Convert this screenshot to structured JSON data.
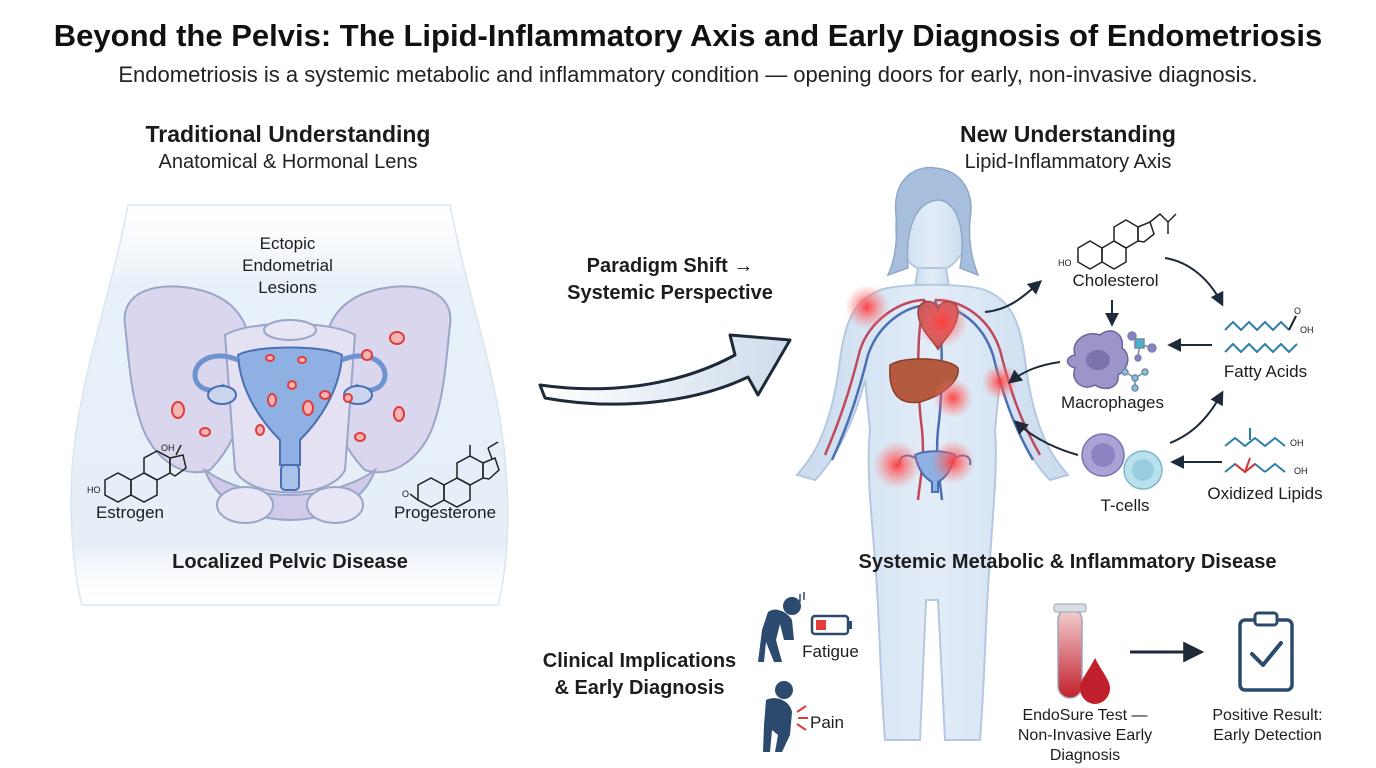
{
  "title": "Beyond the Pelvis: The Lipid-Inflammatory Axis and Early Diagnosis of Endometriosis",
  "subtitle": "Endometriosis is a systemic metabolic and inflammatory condition — opening doors for early, non-invasive diagnosis.",
  "left_panel": {
    "heading": "Traditional Understanding",
    "subheading": "Anatomical & Hormonal Lens",
    "lesion_label_1": "Ectopic",
    "lesion_label_2": "Endometrial",
    "lesion_label_3": "Lesions",
    "hormone_1": "Estrogen",
    "hormone_2": "Progesterone",
    "footer": "Localized Pelvic Disease"
  },
  "shift": {
    "line_1": "Paradigm Shift →",
    "line_2": "Systemic Perspective"
  },
  "right_panel": {
    "heading": "New Understanding",
    "subheading": "Lipid-Inflammatory Axis",
    "cholesterol": "Cholesterol",
    "fatty_acids": "Fatty Acids",
    "macrophages": "Macrophages",
    "t_cells": "T-cells",
    "oxidized_lipids": "Oxidized Lipids",
    "footer": "Systemic Metabolic & Inflammatory Disease"
  },
  "clinical": {
    "heading_1": "Clinical Implications",
    "heading_2": "& Early Diagnosis",
    "fatigue": "Fatigue",
    "pain": "Pain",
    "test_1": "EndoSure Test —",
    "test_2": "Non-Invasive Early",
    "test_3": "Diagnosis",
    "result_1": "Positive Result:",
    "result_2": "Early Detection"
  },
  "chem": {
    "ho": "HO",
    "oh": "OH",
    "o": "O"
  },
  "colors": {
    "lesion_red": "#e23b3b",
    "body_blue": "#d6e4f3",
    "navy": "#2c4a6e",
    "arrow_dark": "#1e2a3a"
  }
}
